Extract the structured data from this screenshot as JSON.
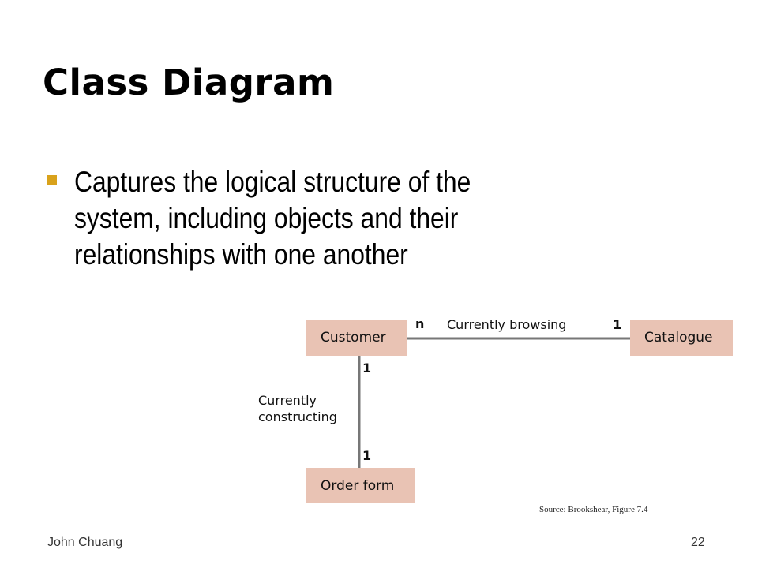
{
  "slide": {
    "title": "Class Diagram",
    "bullets": [
      "Captures the logical structure of the system, including objects and their relationships with one another"
    ],
    "footer_left": "John Chuang",
    "page_number": "22",
    "source": "Source: Brookshear, Figure  7.4"
  },
  "diagram": {
    "classes": {
      "customer": "Customer",
      "catalogue": "Catalogue",
      "order_form": "Order form"
    },
    "associations": {
      "browsing": {
        "label": "Currently browsing",
        "mult_customer": "n",
        "mult_catalogue": "1"
      },
      "constructing": {
        "label_line1": "Currently",
        "label_line2": "constructing",
        "mult_customer": "1",
        "mult_order": "1"
      }
    },
    "colors": {
      "class_box": "#e9c3b4",
      "connector": "#777777",
      "bullet": "#d9a21b"
    }
  }
}
